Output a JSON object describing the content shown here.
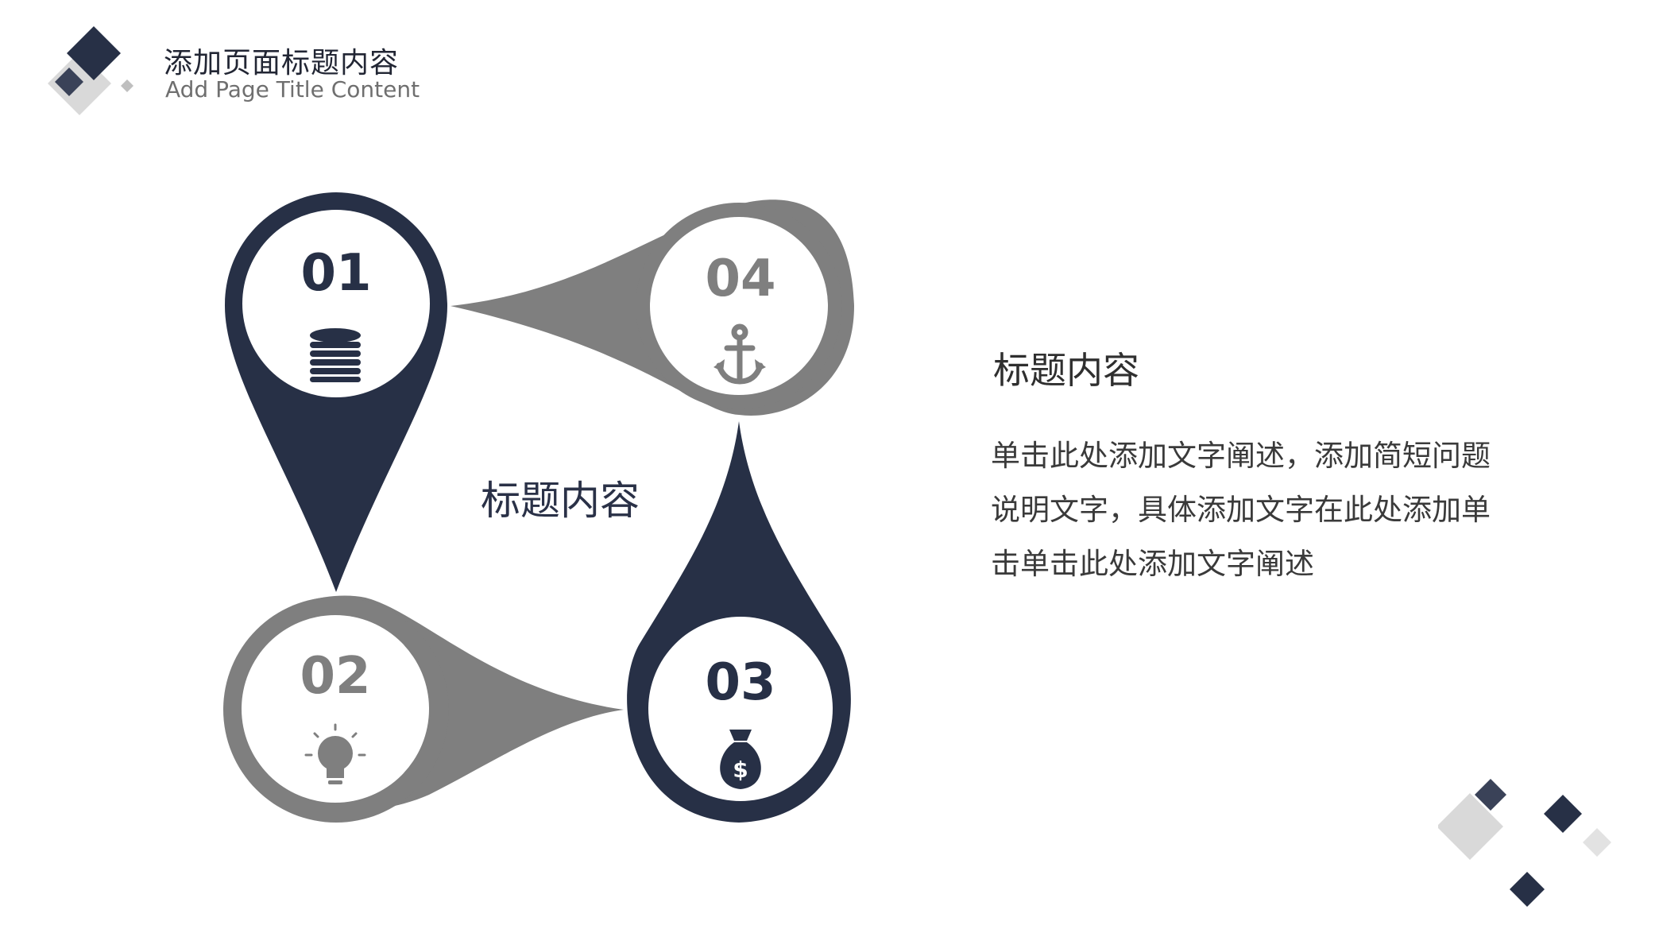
{
  "header": {
    "title_zh": "添加页面标题内容",
    "title_en": "Add Page Title Content"
  },
  "diagram": {
    "center_label": "标题内容",
    "steps": [
      {
        "number": "01",
        "icon": "coin-stack-icon",
        "color": "#273046"
      },
      {
        "number": "02",
        "icon": "lightbulb-icon",
        "color": "#7f7f7f"
      },
      {
        "number": "03",
        "icon": "money-bag-icon",
        "color": "#273046"
      },
      {
        "number": "04",
        "icon": "anchor-icon",
        "color": "#7f7f7f"
      }
    ]
  },
  "side_panel": {
    "title": "标题内容",
    "body": "单击此处添加文字阐述，添加简短问题说明文字，具体添加文字在此处添加单击单击此处添加文字阐述"
  },
  "colors": {
    "dark": "#273046",
    "gray": "#7f7f7f",
    "light_gray": "#d9d9d9"
  }
}
